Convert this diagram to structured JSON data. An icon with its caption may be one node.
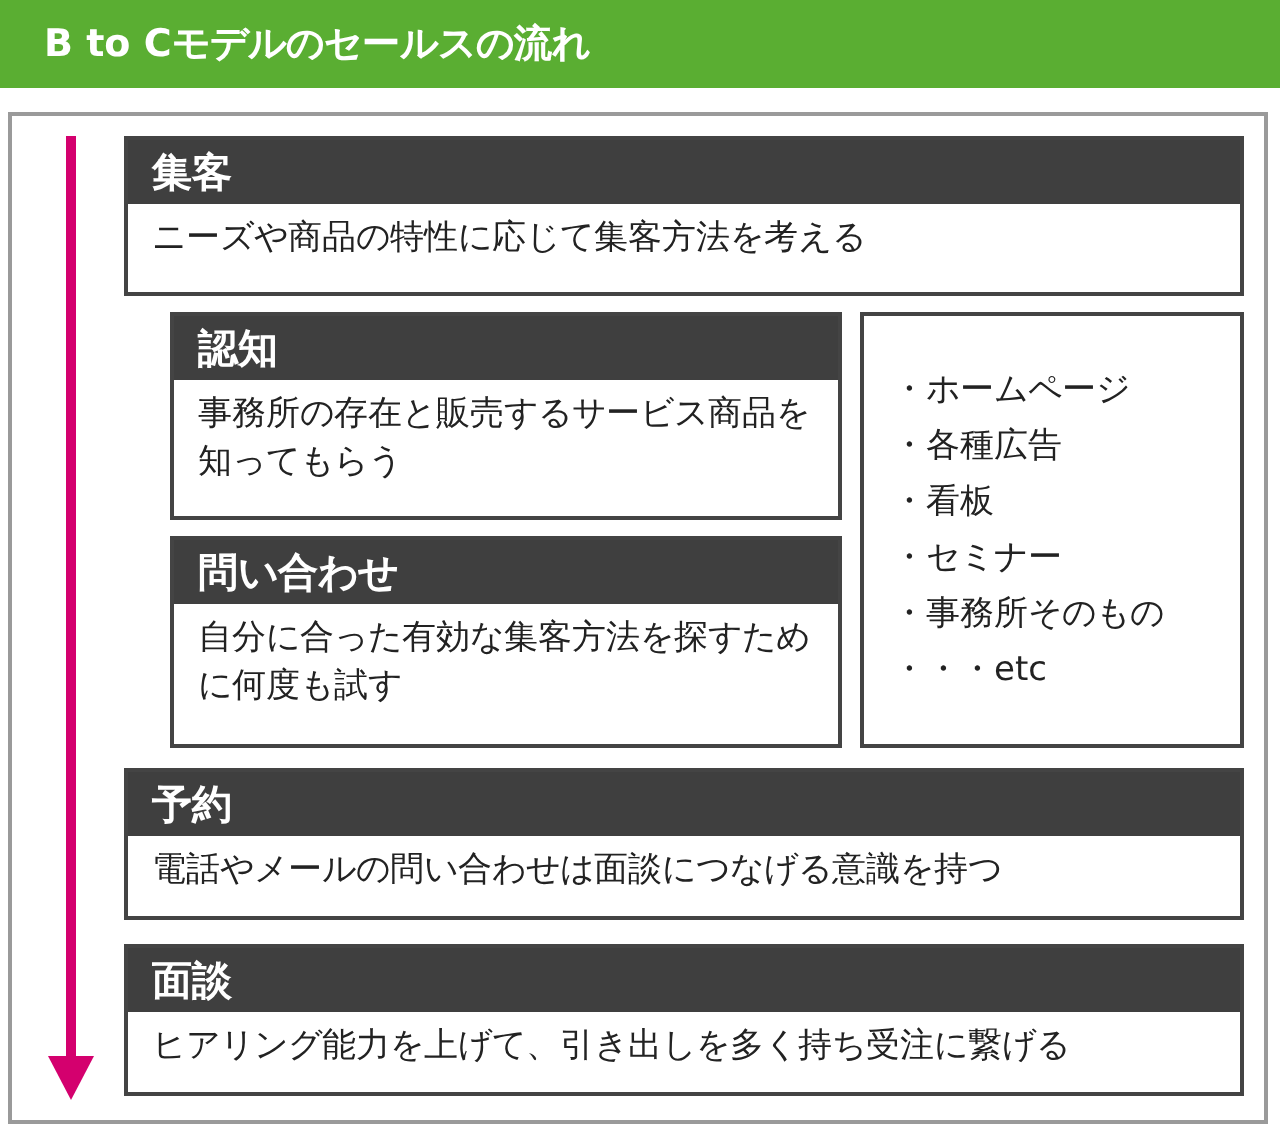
{
  "diagram": {
    "title": "B to Cモデルのセールスの流れ",
    "nodes": [
      {
        "text": [
          "集客",
          "ニーズや商品の特性に応じて集客方法を考える"
        ]
      },
      {
        "text": [
          "認知",
          "事務所の存在と販売するサービス商品を知ってもらう"
        ]
      },
      {
        "text": [
          "問い合わせ",
          "自分に合った有効な集客方法を探すために何度も試す"
        ]
      },
      {
        "text": [
          "・ホームページ",
          "・各種広告",
          "・看板",
          "・セミナー",
          "・事務所そのもの",
          "・・・etc"
        ]
      },
      {
        "text": [
          "予約",
          "電話やメールの問い合わせは面談につなげる意識を持つ"
        ]
      },
      {
        "text": [
          "面談",
          "ヒアリング能力を上げて、引き出しを多く持ち受注に繋げる"
        ]
      }
    ],
    "edges": []
  }
}
